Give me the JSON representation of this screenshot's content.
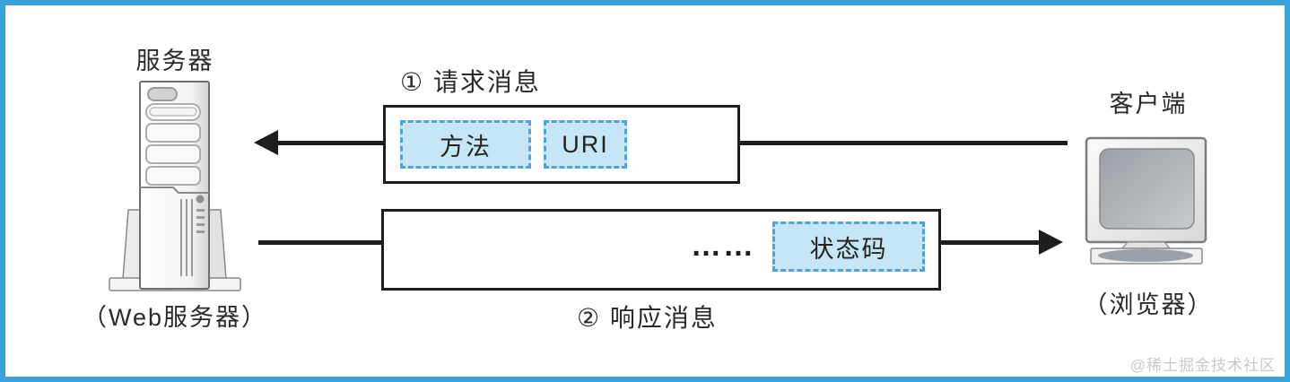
{
  "diagram": {
    "server": {
      "label": "服务器",
      "sublabel": "（Web服务器）"
    },
    "client": {
      "label": "客户端",
      "sublabel": "（浏览器）"
    },
    "request": {
      "label": "① 请求消息",
      "fields": [
        "方法",
        "URI"
      ]
    },
    "response": {
      "label": "② 响应消息",
      "ellipsis": "……",
      "fields": [
        "状态码"
      ]
    },
    "watermark": "@稀土掘金技术社区",
    "colors": {
      "frame_blue": "#3AA3DC",
      "chip_fill": "#C6E6F6",
      "chip_border": "#4EA4DA",
      "line_black": "#1D1D1D"
    }
  }
}
